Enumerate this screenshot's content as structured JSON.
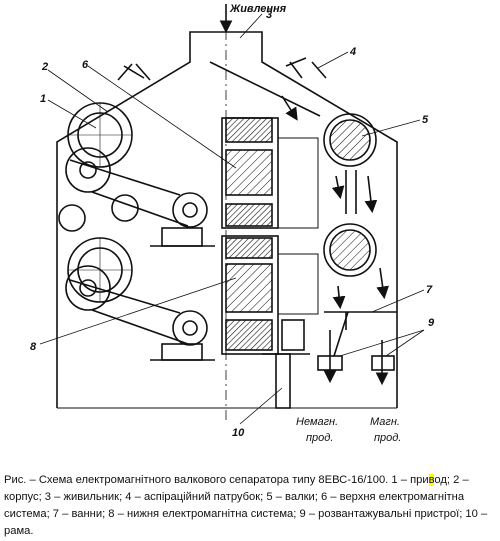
{
  "labels": {
    "feed": "Живлення",
    "n1": "1",
    "n2": "2",
    "n3": "3",
    "n4": "4",
    "n5": "5",
    "n6": "6",
    "n7": "7",
    "n8": "8",
    "n9": "9",
    "n10": "10",
    "nonmag_1": "Немагн.",
    "nonmag_2": "прод.",
    "mag_1": "Магн.",
    "mag_2": "прод."
  },
  "caption": {
    "part1": "Рис.  – Схема електромагнітного валкового сепаратора типу 8ЕВС-16/100. 1 – при",
    "highlight": "в",
    "part2": "од;  2 – корпус; 3 – живильник; 4 – аспіраційний патрубок; 5 – валки; 6 – верхня електромагнітна система; 7 – ванни; 8 – нижня електромагнітна система; 9 – розвантажувальні пристрої; 10 – рама."
  },
  "colors": {
    "line": "#111111",
    "highlight": "#ffff00"
  }
}
